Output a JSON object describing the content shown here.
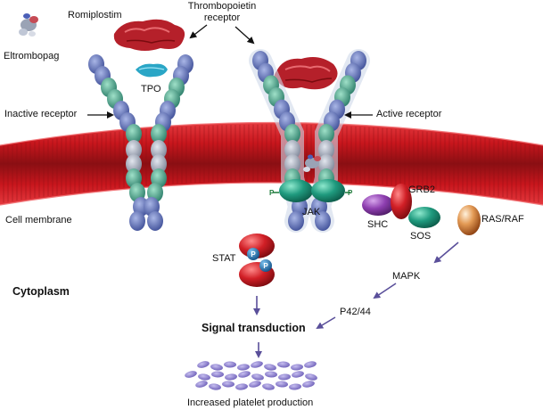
{
  "labels": {
    "romiplostim": "Romiplostim",
    "thrombopoietin_receptor": "Thrombopoietin\nreceptor",
    "eltrombopag": "Eltrombopag",
    "tpo": "TPO",
    "inactive_receptor": "Inactive receptor",
    "active_receptor": "Active receptor",
    "cell_membrane": "Cell membrane",
    "jak": "JAK",
    "grb2": "GRB2",
    "shc": "SHC",
    "sos": "SOS",
    "ras_raf": "RAS/RAF",
    "stat": "STAT",
    "mapk": "MAPK",
    "cytoplasm": "Cytoplasm",
    "p42_44": "P42/44",
    "signal_transduction": "Signal transduction",
    "increased_platelet_production": "Increased platelet production",
    "phospho": "P"
  },
  "colors": {
    "membrane": "#c8161d",
    "membrane_dark": "#7f0d10",
    "receptor_blue": "#5a6fb8",
    "receptor_teal": "#4aa58a",
    "romiplostim": "#b5202a",
    "tpo": "#2aa6c6",
    "jak": "#1f9a7e",
    "stat": "#d11f26",
    "phospho_blue": "#1c6fb1",
    "shc": "#8e3fb0",
    "grb2": "#c3161d",
    "sos": "#199a80",
    "ras_raf": "#c96a2a",
    "arrow": "#5a4f9a",
    "platelet": "#8c7fd0"
  }
}
